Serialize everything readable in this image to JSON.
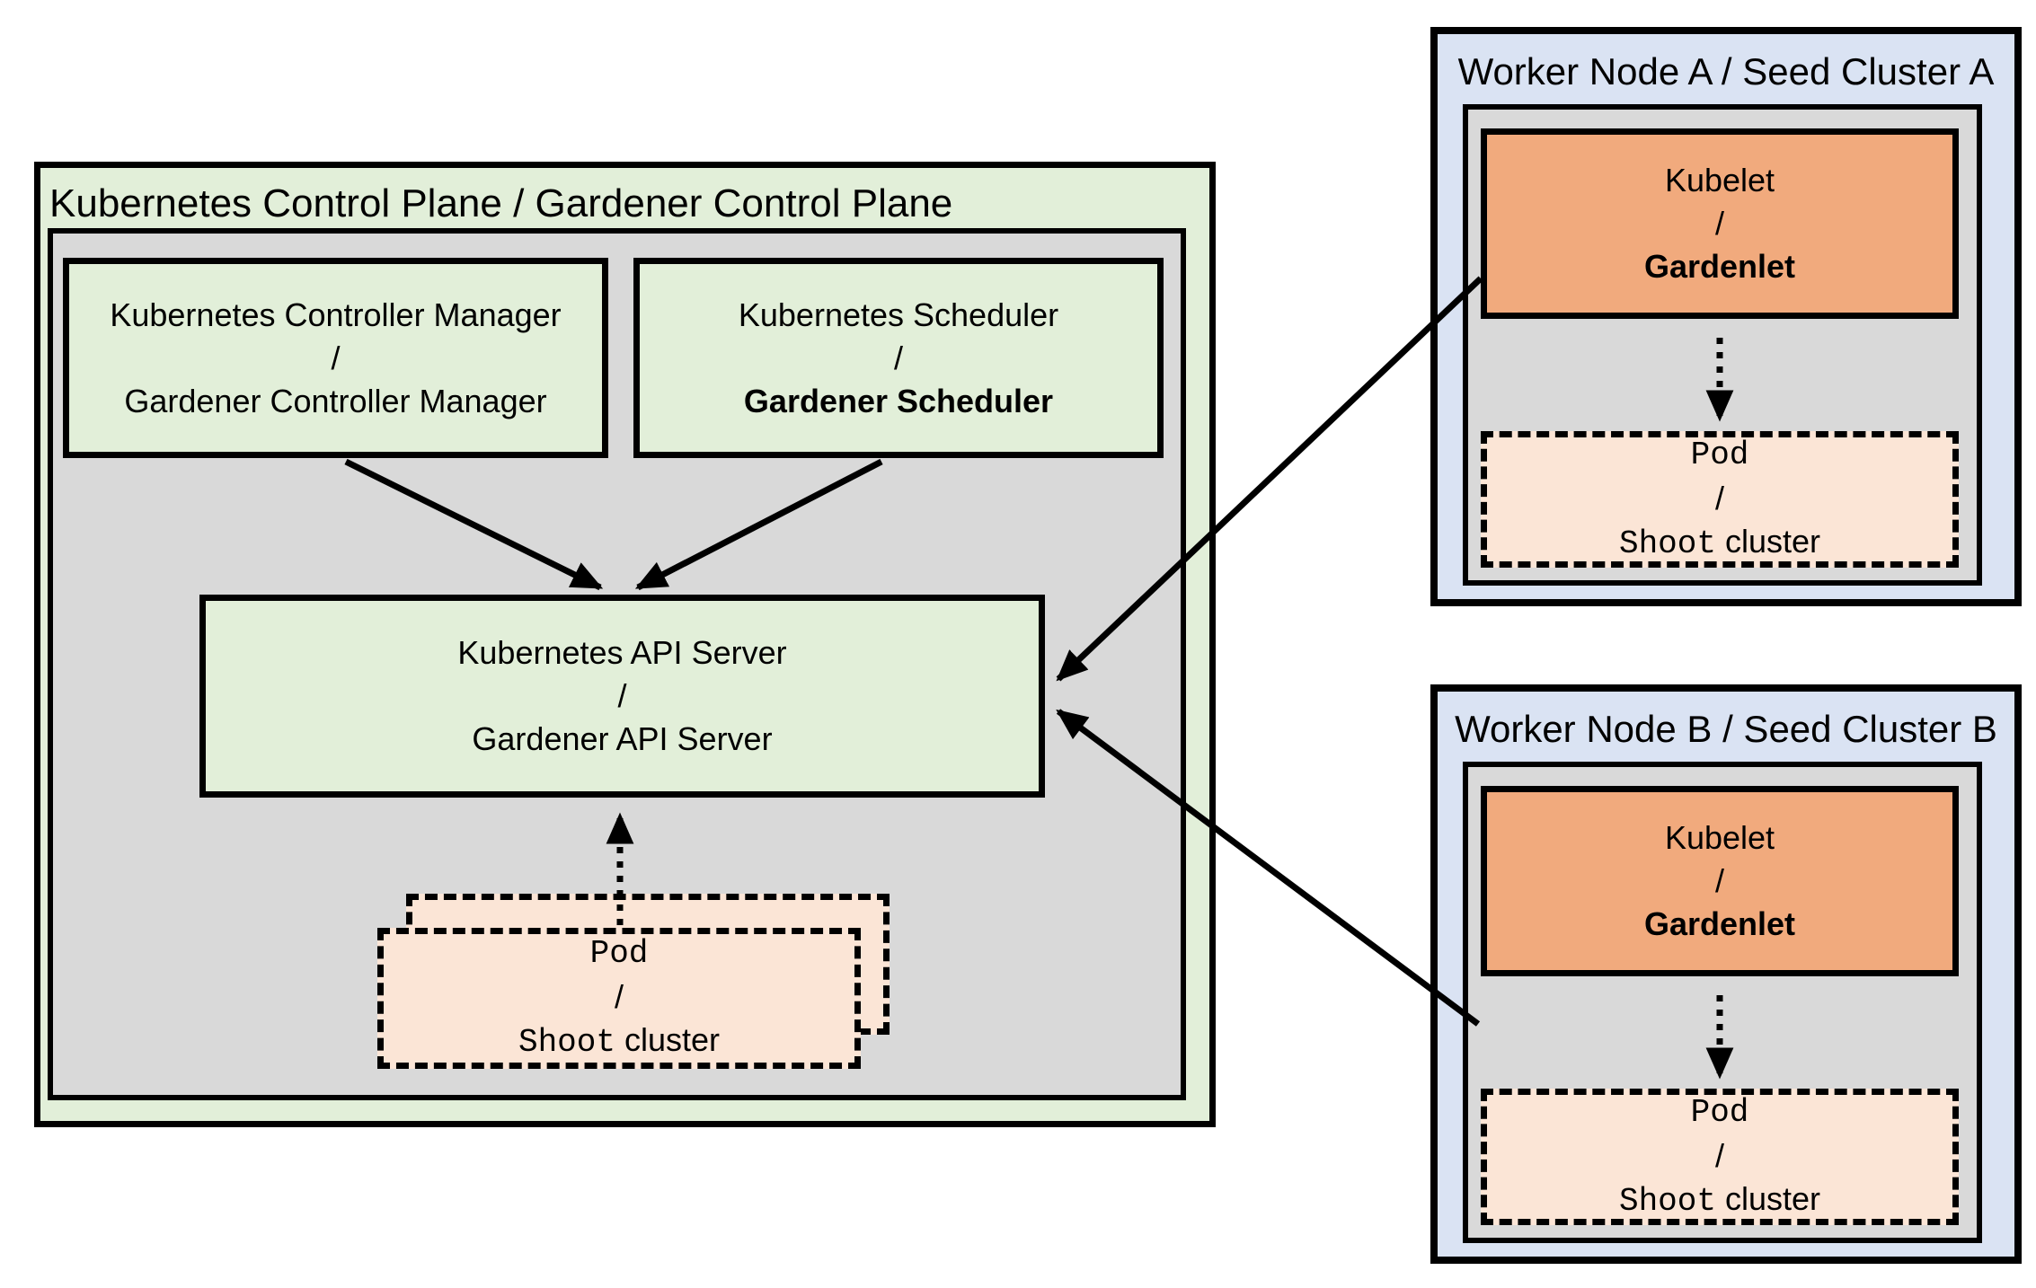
{
  "colors": {
    "control_plane_fill": "#e2efd9",
    "component_green_fill": "#e2efd9",
    "inner_panel_fill": "#d9d9d9",
    "worker_node_fill": "#dae3f3",
    "kubelet_fill": "#f1aa7d",
    "pod_fill": "#fbe5d6",
    "border": "#000000"
  },
  "control_plane": {
    "title": "Kubernetes Control Plane / Gardener Control Plane",
    "controller_manager": {
      "kubernetes": "Kubernetes Controller Manager",
      "separator": "/",
      "gardener": "Gardener Controller Manager"
    },
    "scheduler": {
      "kubernetes": "Kubernetes Scheduler",
      "separator": "/",
      "gardener": "Gardener Scheduler"
    },
    "api_server": {
      "kubernetes": "Kubernetes API Server",
      "separator": "/",
      "gardener": "Gardener API Server"
    },
    "pod": {
      "pod": "Pod",
      "separator": "/",
      "shoot": "Shoot",
      "cluster": "cluster"
    }
  },
  "worker_node_a": {
    "title": "Worker Node A / Seed Cluster A",
    "kubelet": {
      "kubelet": "Kubelet",
      "separator": "/",
      "gardenlet": "Gardenlet"
    },
    "pod": {
      "pod": "Pod",
      "separator": "/",
      "shoot": "Shoot",
      "cluster": "cluster"
    }
  },
  "worker_node_b": {
    "title": "Worker Node B / Seed Cluster B",
    "kubelet": {
      "kubelet": "Kubelet",
      "separator": "/",
      "gardenlet": "Gardenlet"
    },
    "pod": {
      "pod": "Pod",
      "separator": "/",
      "shoot": "Shoot",
      "cluster": "cluster"
    }
  }
}
